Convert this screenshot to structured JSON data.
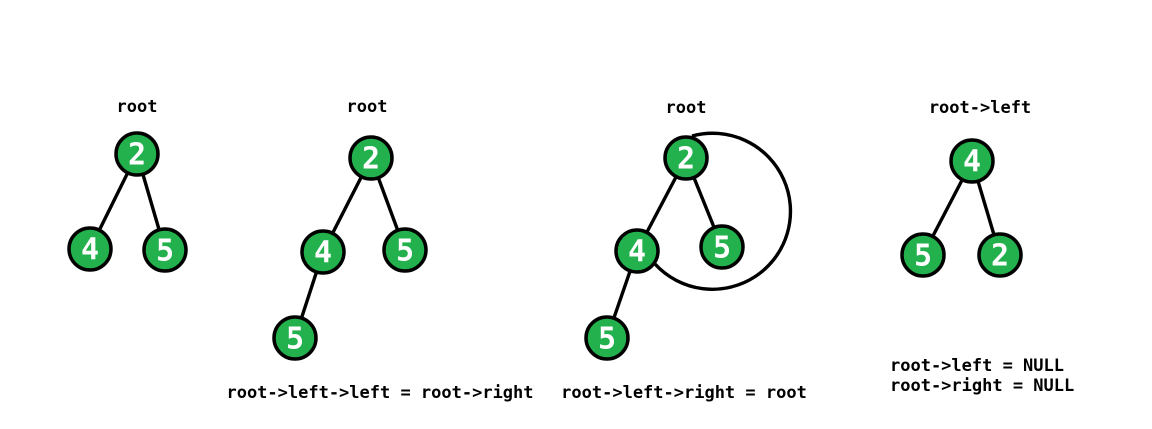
{
  "colors": {
    "background": "#FFFFFF",
    "node_fill": "#22B14C",
    "node_stroke": "#000000",
    "node_text": "#FFFFFF",
    "edge": "#000000",
    "text": "#000000"
  },
  "trees": [
    {
      "label": "root",
      "nodes": [
        {
          "role": "root",
          "value": "2"
        },
        {
          "role": "left-child",
          "value": "4"
        },
        {
          "role": "right-child",
          "value": "5"
        }
      ],
      "caption": ""
    },
    {
      "label": "root",
      "nodes": [
        {
          "role": "root",
          "value": "2"
        },
        {
          "role": "left-child",
          "value": "4"
        },
        {
          "role": "right-child",
          "value": "5"
        },
        {
          "role": "left-left-child",
          "value": "5"
        }
      ],
      "caption": "root->left->left = root->right"
    },
    {
      "label": "root",
      "nodes": [
        {
          "role": "root",
          "value": "2"
        },
        {
          "role": "left-child",
          "value": "4"
        },
        {
          "role": "right-child",
          "value": "5"
        },
        {
          "role": "left-left-child",
          "value": "5"
        }
      ],
      "caption": "root->left->right = root",
      "loop_edge": "pointer from node 4 back to root node 2, drawn as large arc around node 5"
    },
    {
      "label": "root->left",
      "nodes": [
        {
          "role": "root",
          "value": "4"
        },
        {
          "role": "left-child",
          "value": "5"
        },
        {
          "role": "right-child",
          "value": "2"
        }
      ],
      "caption_lines": [
        "root->left = NULL",
        "root->right = NULL"
      ]
    }
  ]
}
